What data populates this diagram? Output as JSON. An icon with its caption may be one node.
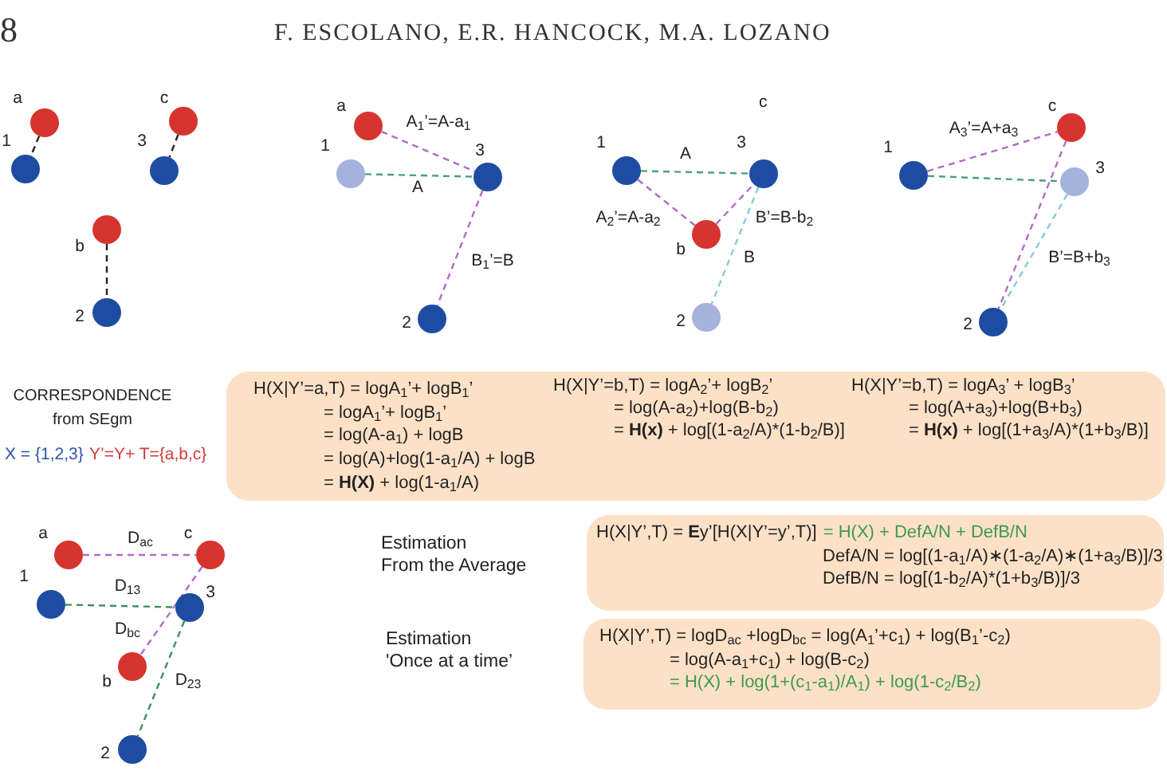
{
  "diagram": {
    "nodes": [
      {
        "text": [],
        "shape": "circle",
        "beside": [
          "a"
        ]
      },
      {
        "text": [],
        "shape": "circle",
        "beside": [
          "1"
        ]
      },
      {
        "text": [],
        "shape": "circle",
        "beside": [
          "c"
        ]
      },
      {
        "text": [],
        "shape": "circle",
        "beside": [
          "3"
        ]
      },
      {
        "text": [],
        "shape": "circle",
        "beside": [
          "b"
        ]
      },
      {
        "text": [],
        "shape": "circle",
        "beside": [
          "2"
        ]
      },
      {
        "text": [],
        "shape": "circle",
        "beside": [
          "a"
        ]
      },
      {
        "text": [],
        "shape": "circle",
        "beside": [
          "1"
        ]
      },
      {
        "text": [],
        "shape": "circle",
        "beside": [
          "3"
        ]
      },
      {
        "text": [],
        "shape": "circle",
        "beside": [
          "2"
        ]
      },
      {
        "text": [],
        "shape": "circle",
        "beside": [
          "1"
        ]
      },
      {
        "text": [],
        "shape": "circle",
        "beside": [
          "3"
        ]
      },
      {
        "text": [],
        "shape": "circle",
        "beside": [
          "b"
        ]
      },
      {
        "text": [],
        "shape": "circle",
        "beside": [
          "2"
        ]
      },
      {
        "text": [],
        "shape": "circle",
        "beside": [
          "c"
        ]
      },
      {
        "text": [],
        "shape": "circle",
        "beside": [
          "1"
        ]
      },
      {
        "text": [],
        "shape": "circle",
        "beside": [
          "3"
        ]
      },
      {
        "text": [],
        "shape": "circle",
        "beside": [
          "2"
        ]
      },
      {
        "text": [
          "H(X|Y’=a,T) = logA$_{1}$’+ logB$_{1}$’",
          "= logA$_{1}$’+ logB$_{1}$’",
          "= log(A-a$_{1}$) + logB",
          "= log(A)+log(1-a$_{1}$/A) + logB",
          "= **H(X)** + log(1-a$_{1}$/A)",
          "H(X|Y’=b,T) = logA$_{2}$’+ logB$_{2}$’",
          "= log(A-a$_{2}$)+log(B-b$_{2}$)",
          "= **H(x)** + log[(1-a$_{2}$/A)*(1-b$_{2}$/B)]",
          "H(X|Y’=b,T) = logA$_{3}$’ + logB$_{3}$’",
          "= log(A+a$_{3}$)+log(B+b$_{3}$)",
          "= **H(x)** + log[(1+a$_{3}$/A)*(1+b$_{3}$/B)]"
        ]
      },
      {
        "text": [],
        "shape": "circle",
        "beside": [
          "a"
        ]
      },
      {
        "text": [],
        "shape": "circle",
        "beside": [
          "c"
        ]
      },
      {
        "text": [],
        "shape": "circle",
        "beside": [
          "1"
        ]
      },
      {
        "text": [],
        "shape": "circle",
        "beside": [
          "3"
        ]
      },
      {
        "text": [],
        "shape": "circle",
        "beside": [
          "b"
        ]
      },
      {
        "text": [],
        "shape": "circle",
        "beside": [
          "2"
        ]
      },
      {
        "text": [
          "H(X|Y’,T) = **E**y’[H(X|Y’=y’,T)]",
          "= H(X) + DefA/N + DefB/N",
          "DefA/N = log[(1-a$_{1}$/A)∗(1-a$_{2}$/A)∗(1+a$_{3}$/B)]/3",
          "DefB/N = log[(1-b$_{2}$/A)*(1+b$_{3}$/B)]/3"
        ]
      },
      {
        "text": [
          "H(X|Y’,T) = logD$_{ac}$ +logD$_{bc}$ = log(A$_{1}$’+c$_{1}$) + log(B$_{1}$’-c$_{2}$)",
          "= log(A-a$_{1}$+c$_{1}$) + log(B-c$_{2}$)",
          "= H(X) + log(1+(c$_{1}$-a$_{1}$)/A$_{1}$) + log(1-c$_{2}$/B$_{2}$)"
        ]
      }
    ],
    "edges": [
      {
        "from": 0,
        "to": 1,
        "arrow": "none",
        "style": "dashed",
        "color": "#222222"
      },
      {
        "from": 2,
        "to": 3,
        "arrow": "none",
        "style": "dashed",
        "color": "#222222"
      },
      {
        "from": 4,
        "to": 5,
        "arrow": "none",
        "style": "dashed",
        "color": "#222222"
      },
      {
        "from": 6,
        "to": 8,
        "arrow": "none",
        "style": "dashed",
        "label": "A$_{1}$’=A-a$_{1}$"
      },
      {
        "from": 7,
        "to": 8,
        "arrow": "none",
        "style": "dashed",
        "color": "#4a9f7f",
        "label": "A"
      },
      {
        "from": 8,
        "to": 9,
        "arrow": "none",
        "style": "dashed",
        "label": "B$_{1}$’=B"
      },
      {
        "from": 10,
        "to": 11,
        "arrow": "none",
        "style": "dashed",
        "color": "#4a9f7f",
        "label": "A"
      },
      {
        "from": 10,
        "to": 12,
        "arrow": "none",
        "style": "dashed",
        "label": "A$_{2}$’=A-a$_{2}$"
      },
      {
        "from": 12,
        "to": 11,
        "arrow": "none",
        "style": "dashed",
        "label": "B’=B-b$_{2}$"
      },
      {
        "from": 11,
        "to": 13,
        "arrow": "none",
        "style": "dashed",
        "color": "#86cbd8",
        "label": "B"
      },
      {
        "from": 15,
        "to": 14,
        "arrow": "none",
        "style": "dashed",
        "label": "A$_{3}$’=A+a$_{3}$"
      },
      {
        "from": 15,
        "to": 16,
        "arrow": "none",
        "style": "dashed",
        "color": "#4a9f7f"
      },
      {
        "from": 14,
        "to": 17,
        "arrow": "none",
        "style": "dashed",
        "label": "B’=B+b$_{3}$"
      },
      {
        "from": 16,
        "to": 17,
        "arrow": "none",
        "style": "dashed",
        "color": "#86cbd8"
      },
      {
        "from": 19,
        "to": 20,
        "arrow": "none",
        "style": "dashed",
        "label": "D$_{ac}$"
      },
      {
        "from": 21,
        "to": 22,
        "arrow": "none",
        "style": "dashed",
        "color": "#3f8f5c",
        "label": "D$_{13}$"
      },
      {
        "from": 20,
        "to": 23,
        "arrow": "none",
        "style": "dashed",
        "label": "D$_{bc}$"
      },
      {
        "from": 22,
        "to": 24,
        "arrow": "none",
        "style": "dashed",
        "color": "#3f8f5c",
        "label": "D$_{23}$"
      }
    ],
    "labels": [
      "8",
      "F. ESCOLANO, E.R. HANCOCK, M.A. LOZANO",
      "c",
      "CORRESPONDENCE from SEgm",
      "X = {1,2,3}",
      "Y’=Y+ T={a,b,c}",
      "Estimation",
      "From the Average",
      "Estimation",
      "'Once at a time’"
    ]
  }
}
